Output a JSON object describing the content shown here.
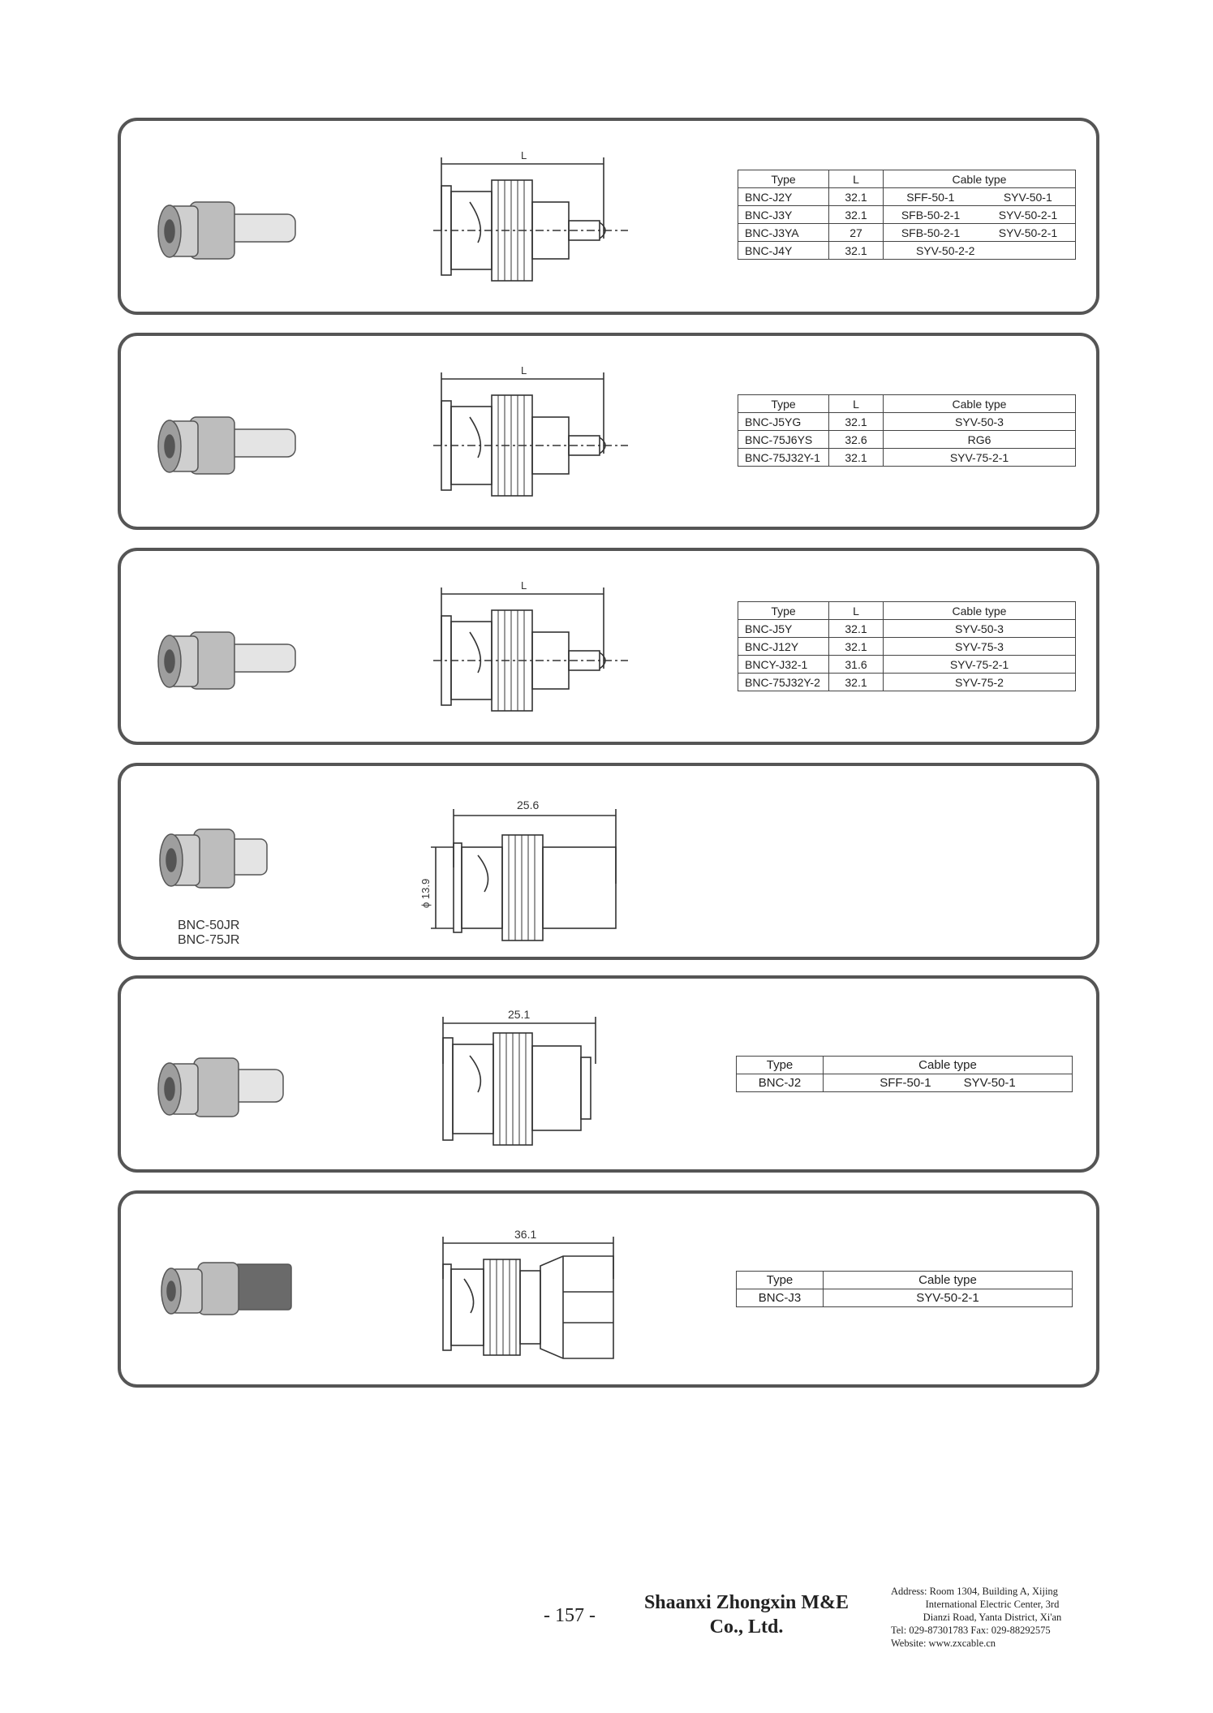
{
  "panels": [
    {
      "dim_label": "L",
      "headers": [
        "Type",
        "L",
        "Cable type"
      ],
      "rows": [
        {
          "type": "BNC-J2Y",
          "l": "32.1",
          "cable1": "SFF-50-1",
          "cable2": "SYV-50-1"
        },
        {
          "type": "BNC-J3Y",
          "l": "32.1",
          "cable1": "SFB-50-2-1",
          "cable2": "SYV-50-2-1"
        },
        {
          "type": "BNC-J3YA",
          "l": "27",
          "cable1": "SFB-50-2-1",
          "cable2": "SYV-50-2-1"
        },
        {
          "type": "BNC-J4Y",
          "l": "32.1",
          "cable1": "SYV-50-2-2",
          "cable2": ""
        }
      ]
    },
    {
      "dim_label": "L",
      "headers": [
        "Type",
        "L",
        "Cable type"
      ],
      "rows": [
        {
          "type": "BNC-J5YG",
          "l": "32.1",
          "cable": "SYV-50-3"
        },
        {
          "type": "BNC-75J6YS",
          "l": "32.6",
          "cable": "RG6"
        },
        {
          "type": "BNC-75J32Y-1",
          "l": "32.1",
          "cable": "SYV-75-2-1"
        }
      ]
    },
    {
      "dim_label": "L",
      "headers": [
        "Type",
        "L",
        "Cable type"
      ],
      "rows": [
        {
          "type": "BNC-J5Y",
          "l": "32.1",
          "cable": "SYV-50-3"
        },
        {
          "type": "BNC-J12Y",
          "l": "32.1",
          "cable": "SYV-75-3"
        },
        {
          "type": "BNCY-J32-1",
          "l": "31.6",
          "cable": "SYV-75-2-1"
        },
        {
          "type": "BNC-75J32Y-2",
          "l": "32.1",
          "cable": "SYV-75-2"
        }
      ]
    },
    {
      "dim_label": "25.6",
      "dia_label": "ϕ 13.9",
      "photo_labels": [
        "BNC-50JR",
        "BNC-75JR"
      ]
    },
    {
      "dim_label": "25.1",
      "headers": [
        "Type",
        "Cable type"
      ],
      "rows": [
        {
          "type": "BNC-J2",
          "cable1": "SFF-50-1",
          "cable2": "SYV-50-1"
        }
      ]
    },
    {
      "dim_label": "36.1",
      "headers": [
        "Type",
        "Cable type"
      ],
      "rows": [
        {
          "type": "BNC-J3",
          "cable": "SYV-50-2-1"
        }
      ]
    }
  ],
  "footer": {
    "page_number": "- 157 -",
    "company_line1": "Shaanxi Zhongxin M&E",
    "company_line2": "Co., Ltd.",
    "address_lines": [
      "Address: Room 1304, Building A, Xijing",
      "International Electric Center, 3rd",
      "Dianzi Road, Yanta District, Xi'an",
      "Tel: 029-87301783    Fax: 029-88292575",
      "Website: www.zxcable.cn"
    ]
  }
}
